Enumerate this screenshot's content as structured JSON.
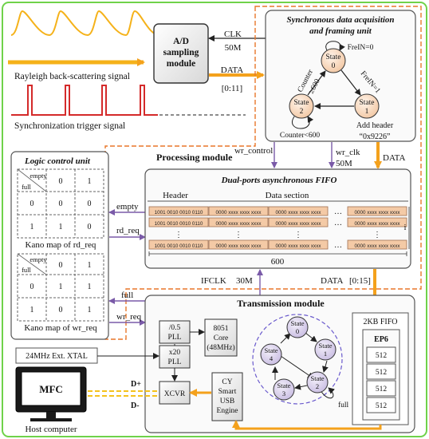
{
  "signals": {
    "rayleigh": "Rayleigh back-scattering signal",
    "sync_trigger": "Synchronization trigger signal"
  },
  "ad_module": {
    "line1": "A/D",
    "line2": "sampling",
    "line3": "module"
  },
  "clk": {
    "label": "CLK",
    "freq": "50M"
  },
  "data_bus": {
    "label": "DATA",
    "width": "[0:11]"
  },
  "sync_unit": {
    "title_line1": "Synchronous data acquisition",
    "title_line2": "and framing unit",
    "state0_name": "State",
    "state0_num": "0",
    "state1_name": "State",
    "state1_num": "1",
    "state2_name": "State",
    "state2_num": "2",
    "frein0": "FreIN=0",
    "frein1": "FreIN=1",
    "counter_ge": "Counter",
    "counter_ge_val": "≥600",
    "counter_lt": "Counter<600",
    "add_header": "Add header",
    "header_val": "“0x9226”"
  },
  "processing_module": "Processing module",
  "wr_control": "wr_control",
  "wr_clk": {
    "label": "wr_clk",
    "freq": "50M"
  },
  "data_right": "DATA",
  "logic_unit": {
    "title": "Logic control unit",
    "rd_map": {
      "corner_top": "empty",
      "corner_bottom": "full",
      "col0": "0",
      "col1": "1",
      "r0_head": "0",
      "r0_c0": "0",
      "r0_c1": "0",
      "r1_head": "1",
      "r1_c0": "1",
      "r1_c1": "0",
      "caption": "Kano map of rd_req"
    },
    "wr_map": {
      "corner_top": "empty",
      "corner_bottom": "full",
      "col0": "0",
      "col1": "1",
      "r0_head": "0",
      "r0_c0": "1",
      "r0_c1": "1",
      "r1_head": "1",
      "r1_c0": "0",
      "r1_c1": "1",
      "caption": "Kano map of wr_req"
    }
  },
  "empty_label": "empty",
  "rd_req_label": "rd_req",
  "full_label": "full",
  "wr_req_label": "wr_req",
  "fifo": {
    "title": "Dual-ports asynchronous FIFO",
    "header_col": "Header",
    "data_col": "Data section",
    "header_bits": "1001 0010 0010 0110",
    "data_bits": "0000 xxxx xxxx xxxx",
    "dots": "…",
    "vdots": "⋮",
    "i_label": "i",
    "width_label": "600"
  },
  "ifclk": {
    "label": "IFCLK",
    "freq": "30M"
  },
  "data_out": {
    "label": "DATA",
    "width": "[0:15]"
  },
  "transmission": {
    "title": "Transmission module",
    "pll_div": {
      "line1": "/0.5",
      "line2": "PLL"
    },
    "pll_mul": {
      "line1": "x20",
      "line2": "PLL"
    },
    "core": {
      "line1": "8051",
      "line2": "Core",
      "line3": "(48MHz)"
    },
    "xcvr": "XCVR",
    "usb_engine": {
      "line1": "CY",
      "line2": "Smart",
      "line3": "USB",
      "line4": "Engine"
    },
    "states": [
      "0",
      "1",
      "2",
      "3",
      "4"
    ],
    "state_word": "State",
    "full": "full",
    "fifo_title": "2KB FIFO",
    "ep6": "EP6",
    "ep6_cells": [
      "512",
      "512",
      "512",
      "512"
    ]
  },
  "xtal": "24MHz Ext. XTAL",
  "host": {
    "screen": "MFC",
    "label": "Host computer"
  },
  "dplus": "D+",
  "dminus": "D-"
}
